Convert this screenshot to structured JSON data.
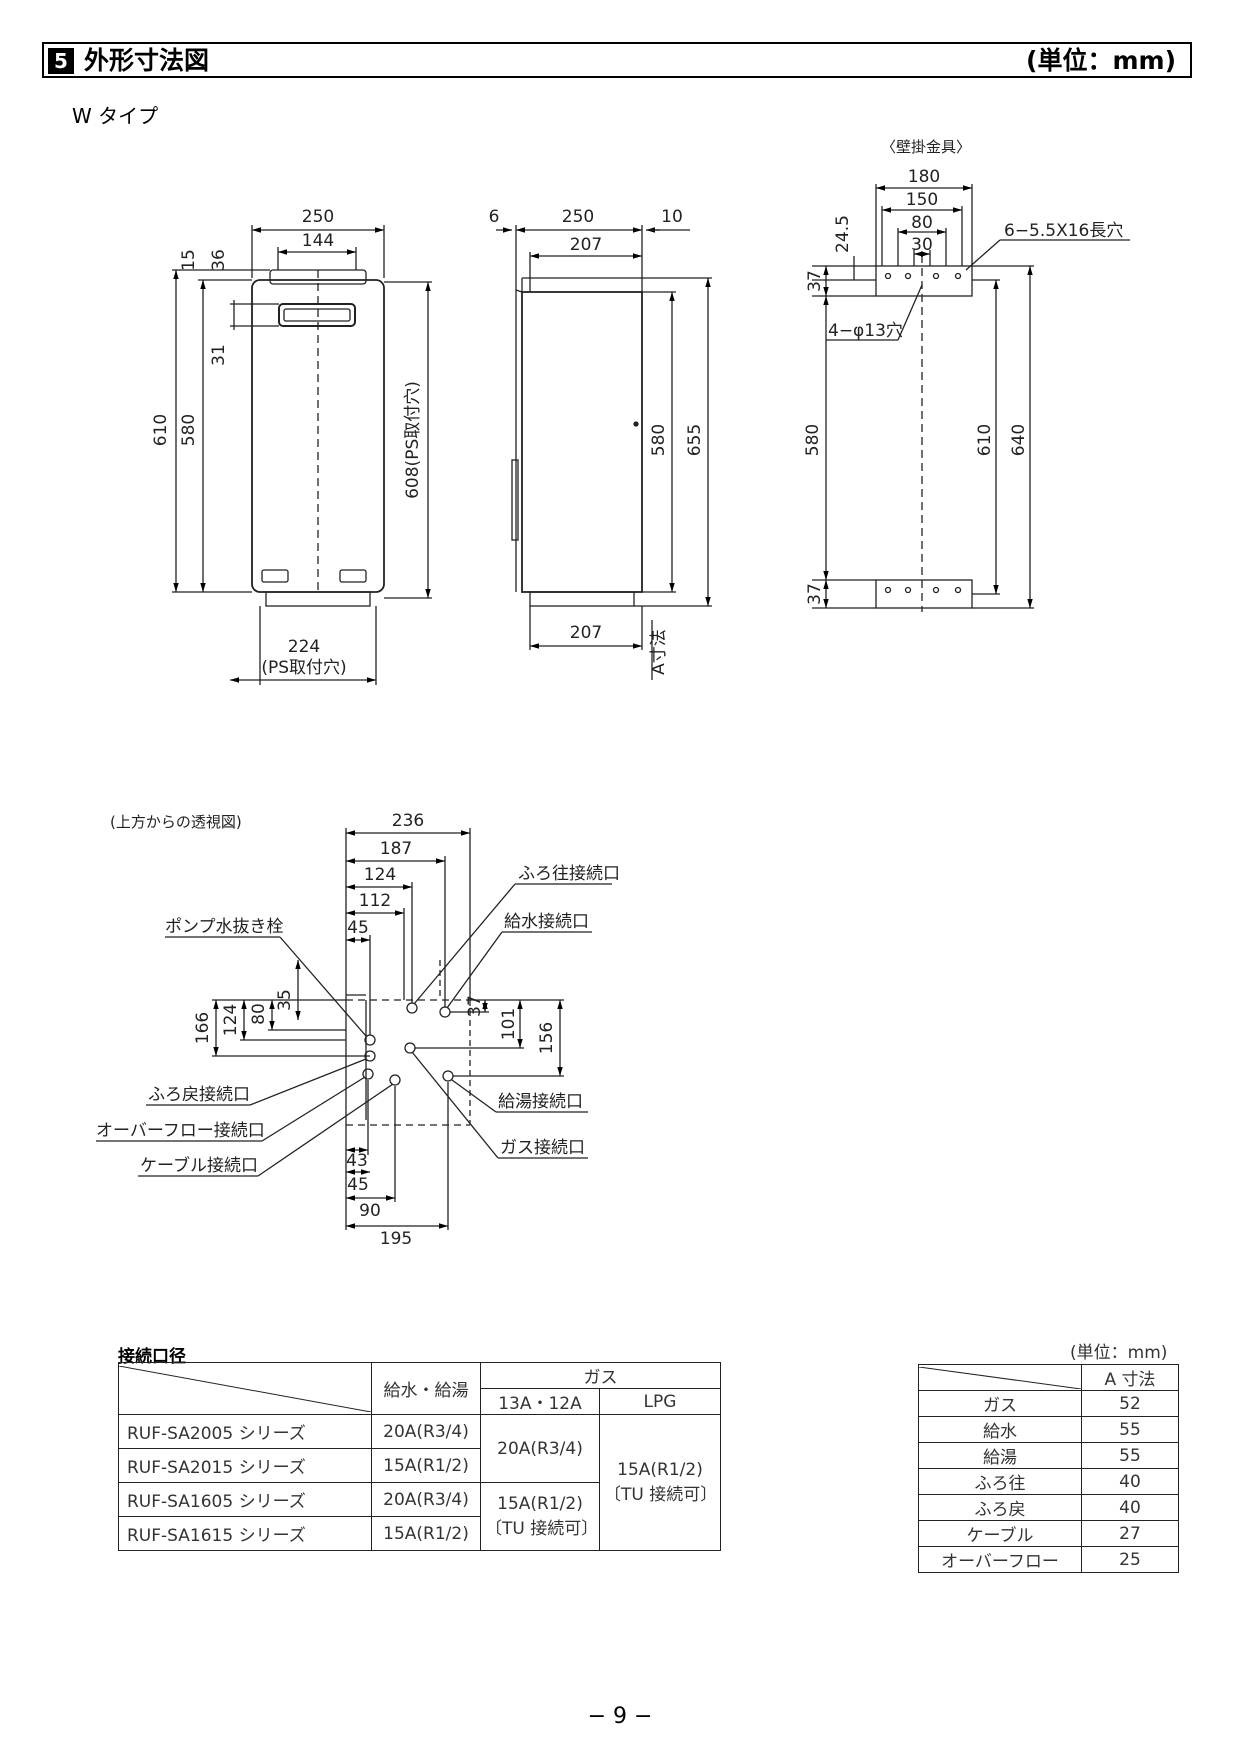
{
  "header": {
    "section_number": "5",
    "title": "外形寸法図",
    "unit": "(単位：mm)"
  },
  "subtitle": "W タイプ",
  "drawings": {
    "front_view": {
      "dims": [
        "250",
        "144",
        "15",
        "36",
        "31",
        "610",
        "580",
        "608(PS取付穴)",
        "224",
        "(PS取付穴)"
      ]
    },
    "side_view": {
      "dims": [
        "6",
        "250",
        "10",
        "207",
        "580",
        "655",
        "207",
        "A寸法"
      ]
    },
    "bracket_view": {
      "caption": "〈壁掛金具〉",
      "dims": [
        "180",
        "150",
        "80",
        "30",
        "24.5",
        "37",
        "580",
        "610",
        "640",
        "37"
      ],
      "notes": [
        "6−5.5X16長穴",
        "4−φ13穴"
      ]
    },
    "top_view": {
      "caption": "(上方からの透視図)",
      "dims_top": [
        "236",
        "187",
        "124",
        "112",
        "45"
      ],
      "dims_left": [
        "166",
        "124",
        "80",
        "35"
      ],
      "dims_right": [
        "37",
        "101",
        "156"
      ],
      "dims_bottom": [
        "43",
        "45",
        "90",
        "195"
      ],
      "labels": {
        "pump_drain": "ポンプ水抜き栓",
        "bath_out": "ふろ往接続口",
        "water_in": "給水接続口",
        "bath_return": "ふろ戻接続口",
        "overflow": "オーバーフロー接続口",
        "cable": "ケーブル接続口",
        "hot_water": "給湯接続口",
        "gas": "ガス接続口"
      }
    }
  },
  "conn_table": {
    "title": "接続口径",
    "headers": {
      "water": "給水・給湯",
      "gas": "ガス",
      "gas_13a": "13A・12A",
      "gas_lpg": "LPG"
    },
    "rows": [
      {
        "model": "RUF-SA2005 シリーズ",
        "water": "20A(R3/4)"
      },
      {
        "model": "RUF-SA2015 シリーズ",
        "water": "15A(R1/2)"
      },
      {
        "model": "RUF-SA1605 シリーズ",
        "water": "20A(R3/4)"
      },
      {
        "model": "RUF-SA1615 シリーズ",
        "water": "15A(R1/2)"
      }
    ],
    "gas_13a_upper": "20A(R3/4)",
    "gas_13a_lower_1": "15A(R1/2)",
    "gas_13a_lower_2": "〔TU 接続可〕",
    "gas_lpg_1": "15A(R1/2)",
    "gas_lpg_2": "〔TU 接続可〕"
  },
  "a_table": {
    "unit": "(単位：mm)",
    "header": "A 寸法",
    "rows": [
      {
        "name": "ガス",
        "value": "52"
      },
      {
        "name": "給水",
        "value": "55"
      },
      {
        "name": "給湯",
        "value": "55"
      },
      {
        "name": "ふろ往",
        "value": "40"
      },
      {
        "name": "ふろ戻",
        "value": "40"
      },
      {
        "name": "ケーブル",
        "value": "27"
      },
      {
        "name": "オーバーフロー",
        "value": "25"
      }
    ]
  },
  "page_number": "− 9 −"
}
